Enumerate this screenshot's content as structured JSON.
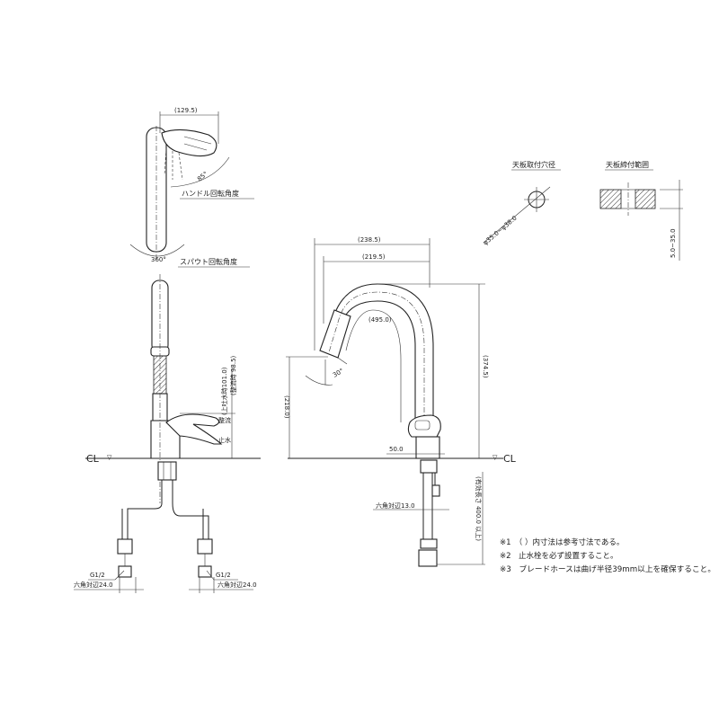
{
  "top_view": {
    "width_dim": "(129.5)",
    "handle_angle": "85°",
    "handle_angle_label": "ハンドル回転角度",
    "spout_angle": "360°",
    "spout_angle_label": "スパウト回転角度"
  },
  "side_view": {
    "height_dim_1": "(上吐水時101.0)",
    "height_dim_2": "(整流時 98.5)",
    "mode_1": "整流",
    "mode_2": "止水",
    "cl_label": "CL",
    "thread_left": "G1/2",
    "thread_right": "G1/2",
    "hex_left": "六角対辺24.0",
    "hex_right": "六角対辺24.0"
  },
  "front_view": {
    "dim_238": "(238.5)",
    "dim_219": "(219.5)",
    "dim_495": "(495.0)",
    "dim_374": "(374.5)",
    "dim_218": "(218.0)",
    "angle_30": "30°",
    "dim_50": "50.0",
    "cl_label": "CL",
    "hex_13": "六角対辺13.0",
    "hose_length": "(有効長さ 400.0 以上)"
  },
  "mount_hole": {
    "title": "天板取付穴径",
    "diameter": "φ35.0~φ38.0"
  },
  "clamp_range": {
    "title": "天板締付範囲",
    "range": "5.0~35.0"
  },
  "notes": [
    "※1　（ ）内寸法は参考寸法である。",
    "※2　止水栓を必ず設置すること。",
    "※3　ブレードホースは曲げ半径39mm以上を確保すること。"
  ]
}
